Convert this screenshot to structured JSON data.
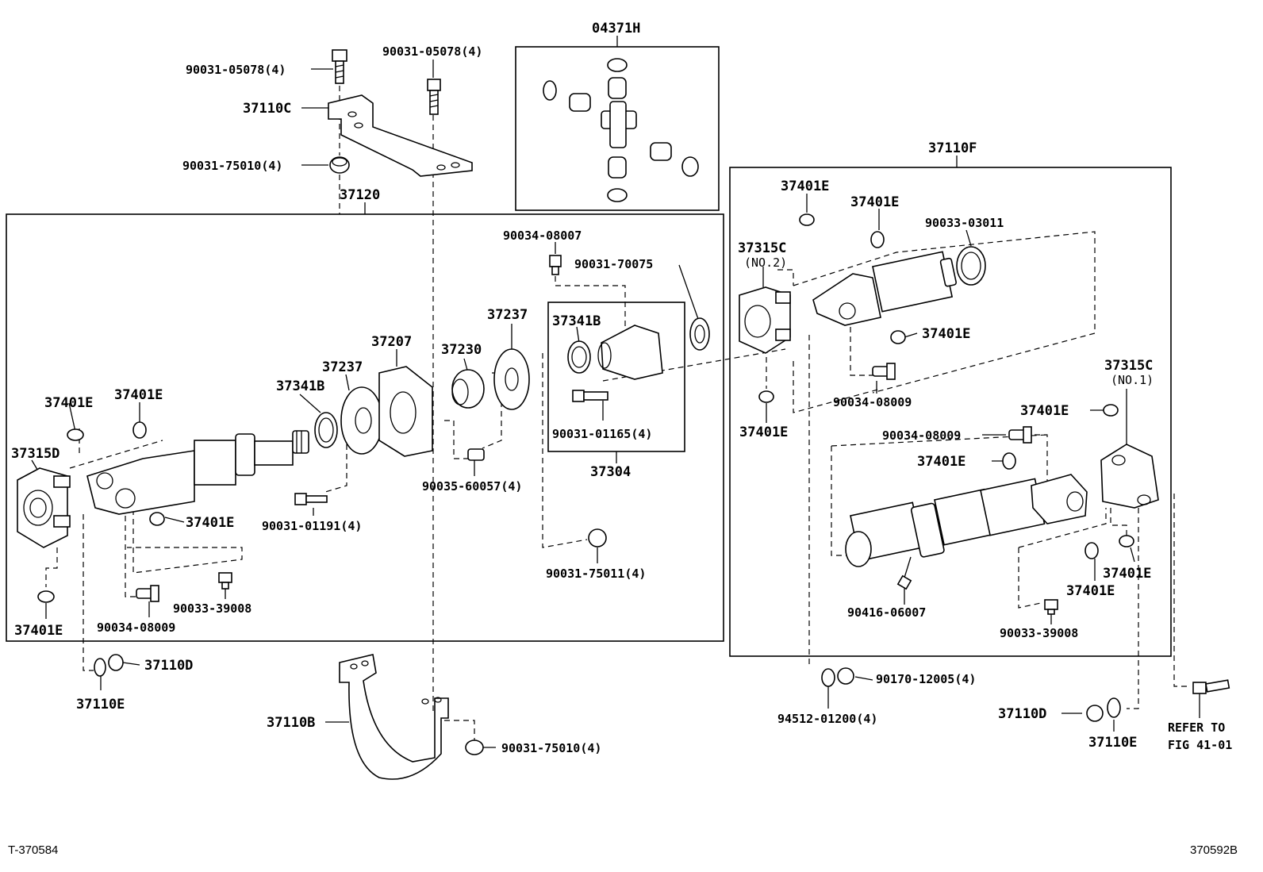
{
  "groups": {
    "kit": "04371H",
    "shaft_front": "37120",
    "shaft_rear": "37110F",
    "bearing_assy": "37304"
  },
  "labels": {
    "bolt_bracket_upper": "90031-05078(4)",
    "bolt_bracket_upper2": "90031-05078(4)",
    "bracket_upper": "37110C",
    "nut_bracket_upper": "90031-75010(4)",
    "grease_fitting_top": "90034-08007",
    "seal_70075": "90031-70075",
    "spider_left_top_a": "37401E",
    "spider_left_top_b": "37401E",
    "yoke_left": "37315D",
    "spider_left_mid": "37401E",
    "spider_left_bottom": "37401E",
    "fitting_left_bottom": "90034-08009",
    "plug_left_bottom": "90033-39008",
    "bolt_01191": "90031-01191(4)",
    "bushing_60057": "90035-60057(4)",
    "nut_75011": "90031-75011(4)",
    "seal_341b_left": "37341B",
    "plate_237_left": "37237",
    "cushion_207": "37207",
    "bearing_230": "37230",
    "plate_237_right": "37237",
    "seal_341b_box": "37341B",
    "bolt_01165": "90031-01165(4)",
    "washer_110d_left": "37110D",
    "washer_110e_left": "37110E",
    "bracket_lower": "37110B",
    "nut_bracket_lower": "90031-75010(4)",
    "spider_r_top_a": "37401E",
    "spider_r_top_b": "37401E",
    "yoke_no2": "37315C",
    "yoke_no2_sub": "(NO.2)",
    "plug_03011": "90033-03011",
    "spider_r_mid": "37401E",
    "fitting_r_mid": "90034-08009",
    "spider_r_left": "37401E",
    "yoke_no1": "37315C",
    "yoke_no1_sub": "(NO.1)",
    "spider_r_no1": "37401E",
    "fitting_r_low": "90034-08009",
    "spider_r_low": "37401E",
    "spider_r_bottom_a": "37401E",
    "spider_r_bottom_b": "37401E",
    "plug_06007": "90416-06007",
    "plug_r_39008": "90033-39008",
    "washer_12005": "90170-12005(4)",
    "washer_01200": "94512-01200(4)",
    "washer_110d_right": "37110D",
    "washer_110e_right": "37110E",
    "refer_line1": "REFER TO",
    "refer_line2": "FIG 41-01"
  },
  "footer": {
    "left": "T-370584",
    "right": "370592B"
  }
}
